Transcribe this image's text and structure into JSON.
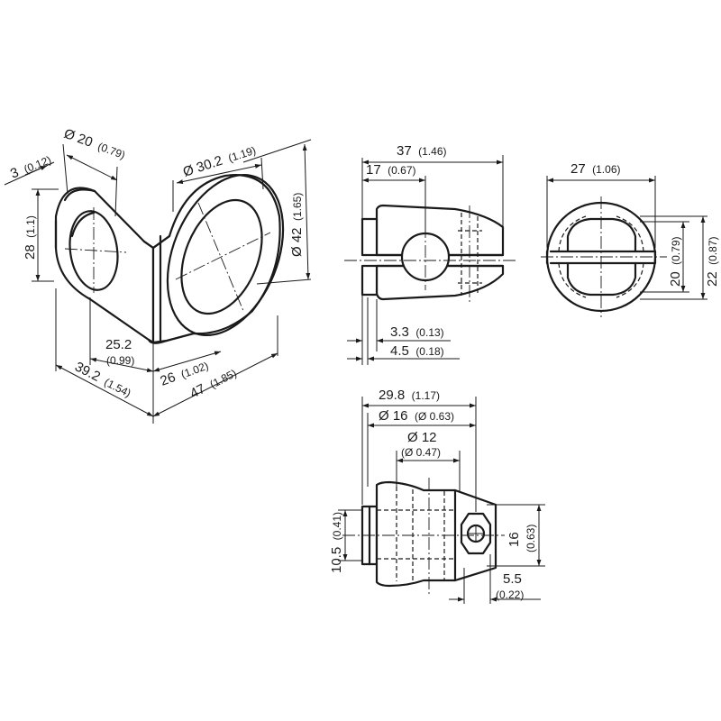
{
  "iso_view": {
    "thickness_mm": "3",
    "thickness_in": "(0.12)",
    "hole_small_mm": "Ø 20",
    "hole_small_in": "(0.79)",
    "height_mm": "28",
    "height_in": "(1.1)",
    "hole_large_mm": "Ø 30.2",
    "hole_large_in": "(1.19)",
    "dia_large_mm": "Ø 42",
    "dia_large_in": "(1.65)",
    "offset_mm": "25.2",
    "offset_in": "(0.99)",
    "width_mm": "39.2",
    "width_in": "(1.54)",
    "depth_mm": "26",
    "depth_in": "(1.02)",
    "length_mm": "47",
    "length_in": "(1.85)"
  },
  "side_view": {
    "total_mm": "37",
    "total_in": "(1.46)",
    "partial_mm": "17",
    "partial_in": "(0.67)",
    "gap1_mm": "3.3",
    "gap1_in": "(0.13)",
    "gap2_mm": "4.5",
    "gap2_in": "(0.18)"
  },
  "end_view": {
    "width_mm": "27",
    "width_in": "(1.06)",
    "inner_mm": "20",
    "inner_in": "(0.79)",
    "outer_mm": "22",
    "outer_in": "(0.87)"
  },
  "bottom_view": {
    "total_mm": "29.8",
    "total_in": "(1.17)",
    "dia16_mm": "Ø 16",
    "dia16_in": "(Ø 0.63)",
    "dia12_mm": "Ø 12",
    "dia12_in": "(Ø 0.47)",
    "h105_mm": "10.5",
    "h105_in": "(0.41)",
    "h16_mm": "16",
    "h16_in": "(0.63)",
    "off55_mm": "5.5",
    "off55_in": "(0.22)"
  }
}
